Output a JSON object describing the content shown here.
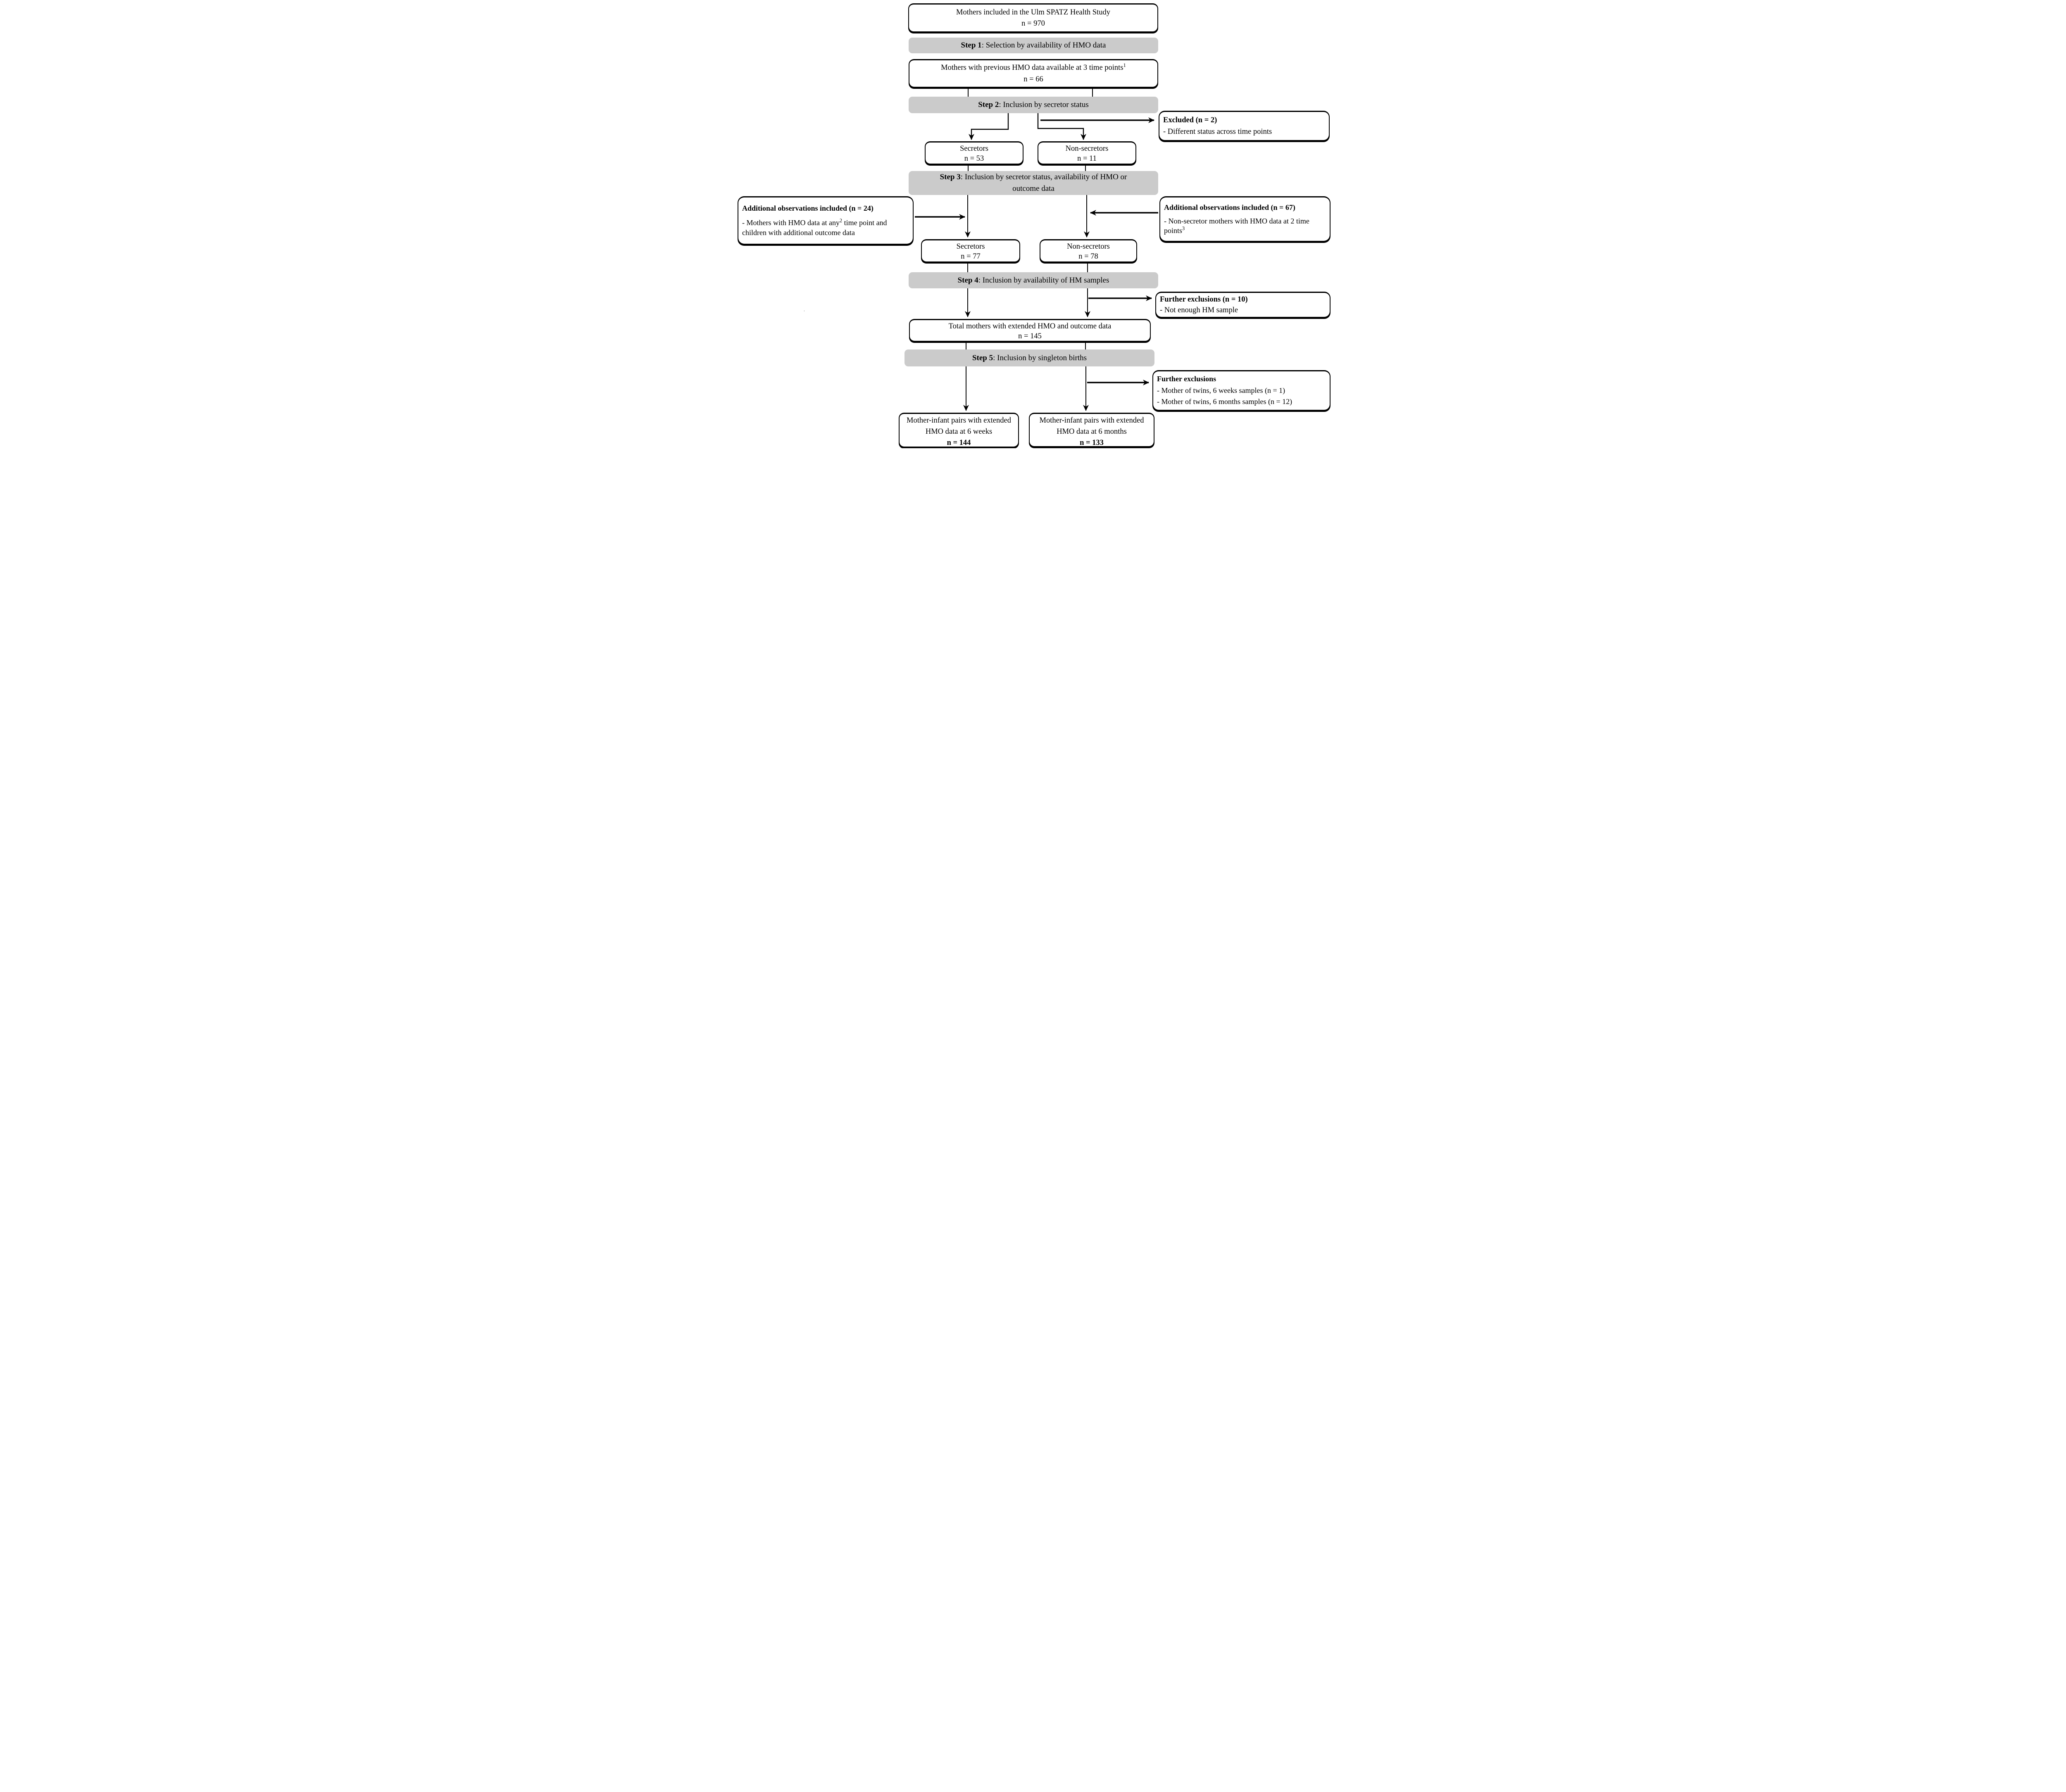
{
  "title_box": {
    "line1": "Mothers included in the Ulm SPATZ Health Study",
    "line2": "n = 970"
  },
  "steps": [
    {
      "label": "Step 1",
      "rest": ": Selection by availability of HMO data"
    },
    {
      "label": "Step 2",
      "rest": ": Inclusion by secretor status"
    },
    {
      "label": "Step 3",
      "rest": ": Inclusion by secretor status, availability of HMO or outcome data"
    },
    {
      "label": "Step 4",
      "rest": ": Inclusion by availability of HM samples"
    },
    {
      "label": "Step 5",
      "rest": ": Inclusion by singleton births"
    }
  ],
  "boxes": {
    "hmo3": {
      "pre": "Mothers with previous HMO data available at 3 time points",
      "sup": "1",
      "n": "n = 66"
    },
    "secretors1": {
      "line1": "Secretors",
      "line2": "n = 53"
    },
    "nonsecretors1": {
      "line1": "Non-secretors",
      "line2": "n = 11"
    },
    "secretors2": {
      "line1": "Secretors",
      "line2": "n = 77"
    },
    "nonsecretors2": {
      "line1": "Non-secretors",
      "line2": "n = 78"
    },
    "total": {
      "line1": "Total mothers with extended HMO and outcome data",
      "line2": "n = 145"
    },
    "final_weeks": {
      "line1": "Mother-infant pairs with extended HMO data at 6 weeks",
      "n": "n = 144"
    },
    "final_months": {
      "line1": "Mother-infant pairs with extended HMO data at 6 months",
      "n": "n = 133"
    }
  },
  "side_boxes": {
    "excluded": {
      "title": "Excluded (n = 2)",
      "item": "- Different status across time points"
    },
    "included_left": {
      "title": "Additional observations included (n = 24)",
      "item_pre": "- Mothers with HMO data at any",
      "item_sup": "2",
      "item_post": " time point and children with additional outcome data"
    },
    "included_right": {
      "title": "Additional observations included (n = 67)",
      "item_pre": "- Non-secretor mothers with HMO data at 2 time points",
      "item_sup": "3",
      "item_post": ""
    },
    "further_exclusions_1": {
      "title": "Further exclusions (n = 10)",
      "item": "- Not enough HM sample"
    },
    "further_exclusions_2": {
      "title": "Further exclusions",
      "items": [
        "- Mother of twins, 6 weeks samples (n = 1)",
        "- Mother of twins, 6 months samples (n = 12)"
      ]
    }
  },
  "stray_mark": "'",
  "colors": {
    "bar_gray": "#cbcbcb",
    "box_border": "#000000",
    "background": "#ffffff"
  }
}
